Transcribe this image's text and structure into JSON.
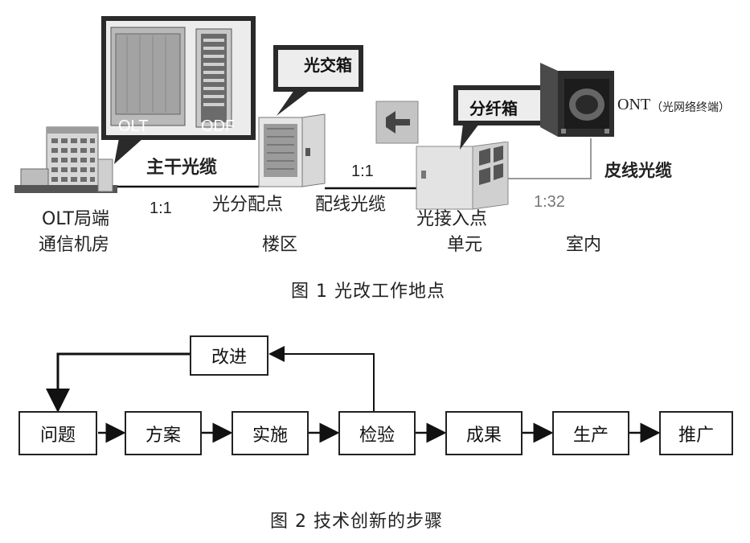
{
  "figure1": {
    "caption": "图 1   光改工作地点",
    "callouts": {
      "olt_odf": {
        "olt": "OLT",
        "odf": "ODF"
      },
      "cross_box": "光交箱",
      "split_box": "分纤箱"
    },
    "labels": {
      "trunk_cable": "主干光缆",
      "distribution_cable": "配线光缆",
      "drop_cable": "皮线光缆",
      "ont": "ONT",
      "ont_note": "（光网络终端）",
      "ratio_a": "1:1",
      "ratio_b": "1:1",
      "ratio_c": "1:32",
      "olt_site_line1": "OLT局端",
      "olt_site_line2": "通信机房",
      "distribution_point": "光分配点",
      "building_area": "楼区",
      "access_point": "光接入点",
      "unit": "单元",
      "indoor": "室内"
    }
  },
  "figure2": {
    "caption": "图 2   技术创新的步骤",
    "improve": "改进",
    "steps": [
      "问题",
      "方案",
      "实施",
      "检验",
      "成果",
      "生产",
      "推广"
    ]
  }
}
